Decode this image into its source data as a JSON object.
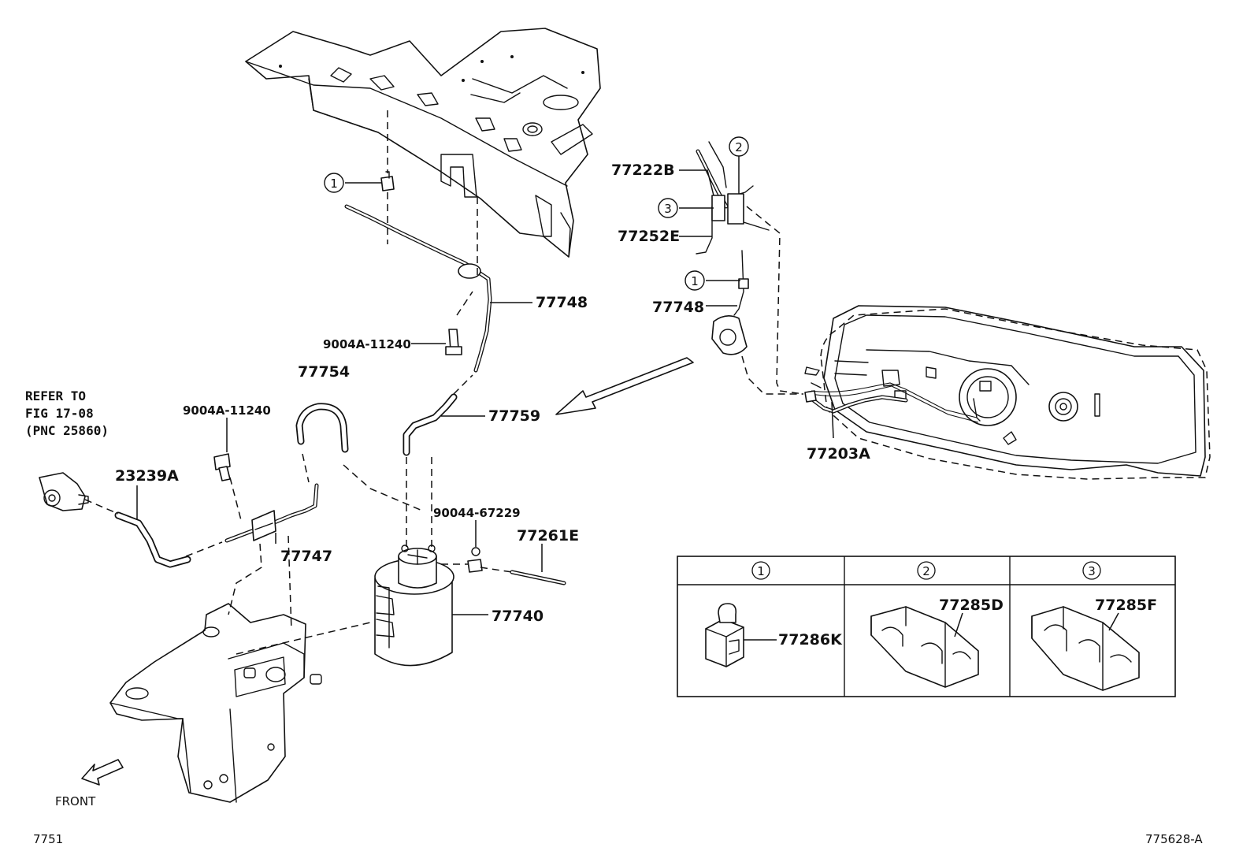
{
  "callouts": {
    "p77748_upper": "77748",
    "p9004a_upper": "9004A-11240",
    "p77754": "77754",
    "p77759": "77759",
    "p9004a_left": "9004A-11240",
    "p23239a": "23239A",
    "p77747": "77747",
    "p90044": "90044-67229",
    "p77261e": "77261E",
    "p77740": "77740",
    "p77222b": "77222B",
    "p77252e": "77252E",
    "p77748_right": "77748",
    "p77203a": "77203A"
  },
  "circle_refs": {
    "left_clip": "1",
    "right_clip_1": "1",
    "right_clip_2": "2",
    "right_clip_3": "3"
  },
  "refer_note": {
    "line1": "REFER TO",
    "line2": "FIG 17-08",
    "line3": "(PNC 25860)"
  },
  "legend": {
    "columns": [
      {
        "number": "1",
        "part": "77286K",
        "icon": "clip-1-icon"
      },
      {
        "number": "2",
        "part": "77285D",
        "icon": "clamp-2-icon"
      },
      {
        "number": "3",
        "part": "77285F",
        "icon": "clamp-3-icon"
      }
    ]
  },
  "front_label": "FRONT",
  "footer": {
    "left_code": "7751",
    "right_code": "775628-A"
  }
}
